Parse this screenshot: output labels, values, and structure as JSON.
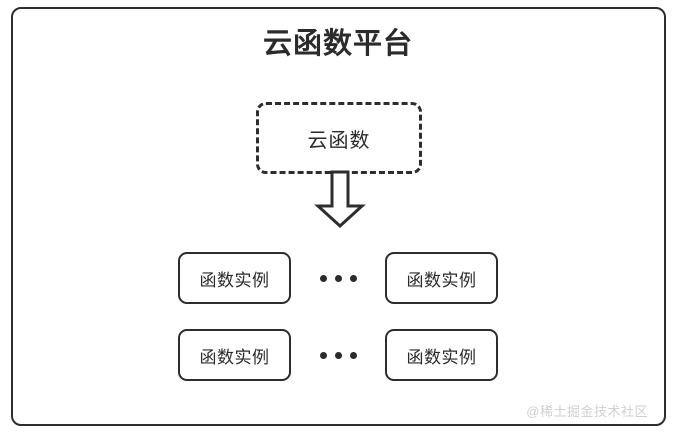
{
  "diagram": {
    "title": "云函数平台",
    "stroke_color": "#2d2d2d",
    "text_color": "#2b2b2b",
    "background": "#ffffff",
    "function_node": {
      "label": "云函数",
      "border_style": "dashed"
    },
    "arrow": {
      "direction": "down",
      "style": "hollow-block-arrow"
    },
    "instance_rows": [
      {
        "left_label": "函数实例",
        "ellipsis": "...",
        "right_label": "函数实例"
      },
      {
        "left_label": "函数实例",
        "ellipsis": "...",
        "right_label": "函数实例"
      }
    ],
    "watermark": {
      "text": "@稀土掘金技术社区",
      "color": "#cfcfcf"
    }
  }
}
